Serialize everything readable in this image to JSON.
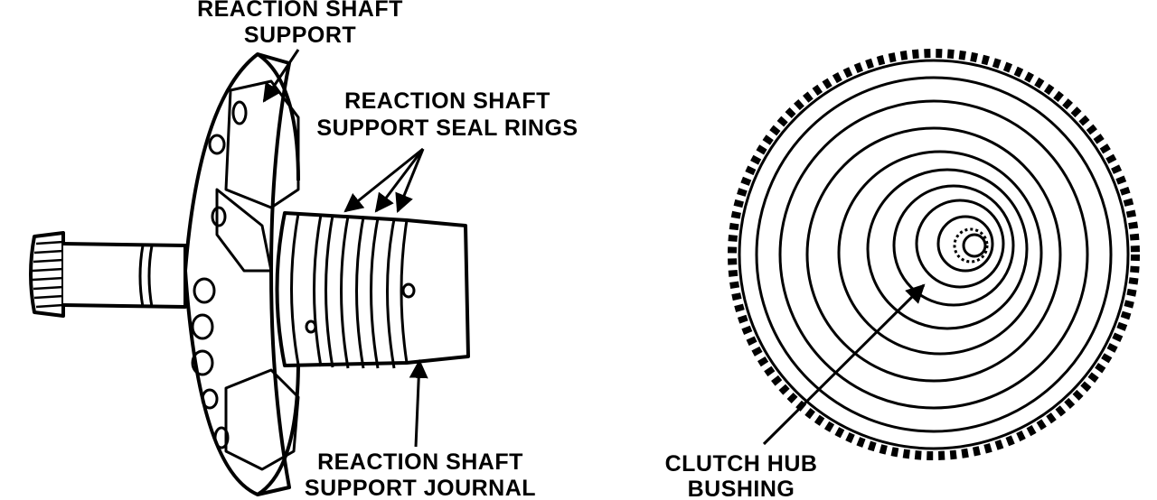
{
  "labels": {
    "reaction_shaft_support": {
      "line1": "REACTION SHAFT",
      "line2": "SUPPORT"
    },
    "seal_rings": {
      "line1": "REACTION SHAFT",
      "line2": "SUPPORT SEAL RINGS"
    },
    "support_journal": {
      "line1": "REACTION SHAFT",
      "line2": "SUPPORT JOURNAL"
    },
    "clutch_hub_bushing": {
      "line1": "CLUTCH HUB",
      "line2": "BUSHING"
    }
  },
  "colors": {
    "ink": "#000000",
    "paper": "#ffffff"
  }
}
